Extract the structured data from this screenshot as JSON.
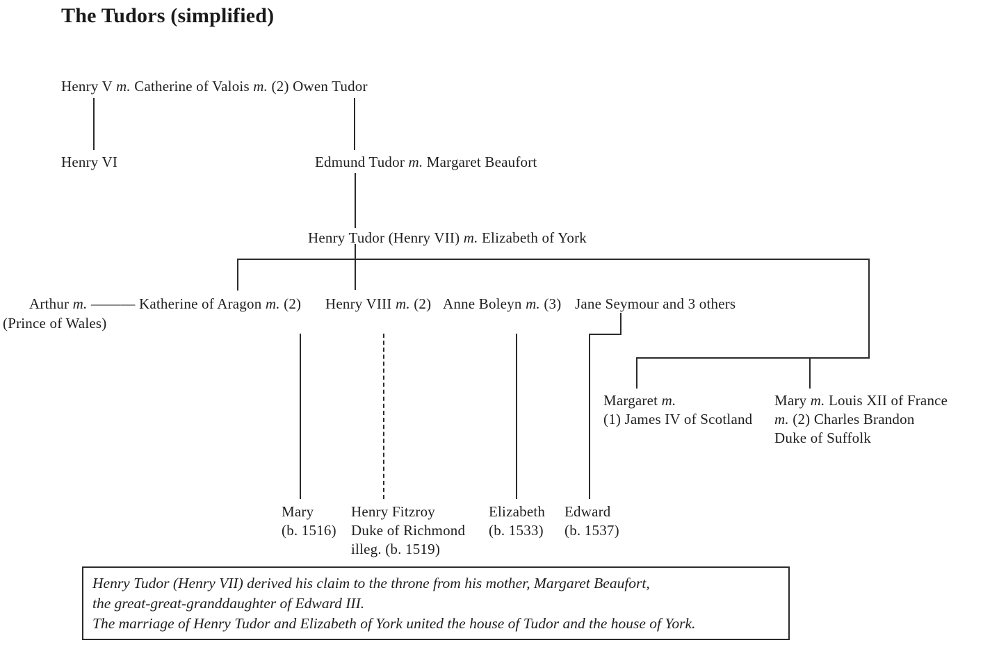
{
  "title": "The Tudors (simplified)",
  "colors": {
    "background": "#ffffff",
    "text": "#1f1f1f",
    "line": "#2b2b2b"
  },
  "nodes": {
    "gen1": [
      [
        {
          "t": "Henry V "
        },
        {
          "t": "m.",
          "i": true
        },
        {
          "t": " Catherine of Valois "
        },
        {
          "t": "m.",
          "i": true
        },
        {
          "t": " (2) Owen Tudor"
        }
      ]
    ],
    "henry_vi": [
      [
        {
          "t": "Henry VI"
        }
      ]
    ],
    "edmund": [
      [
        {
          "t": "Edmund Tudor "
        },
        {
          "t": "m.",
          "i": true
        },
        {
          "t": " Margaret Beaufort"
        }
      ]
    ],
    "henry_vii": [
      [
        {
          "t": "Henry Tudor (Henry VII) "
        },
        {
          "t": "m.",
          "i": true
        },
        {
          "t": " Elizabeth of York"
        }
      ]
    ],
    "arthur": [
      [
        {
          "t": "Arthur "
        },
        {
          "t": "m.",
          "i": true
        },
        {
          "t": " ———"
        }
      ]
    ],
    "prince_of_wales": [
      [
        {
          "t": "(Prince of Wales)"
        }
      ]
    ],
    "katherine": [
      [
        {
          "t": "Katherine of Aragon "
        },
        {
          "t": "m.",
          "i": true
        },
        {
          "t": " (2)"
        }
      ]
    ],
    "henry_viii": [
      [
        {
          "t": "Henry VIII "
        },
        {
          "t": "m.",
          "i": true
        },
        {
          "t": " (2)"
        }
      ]
    ],
    "anne_boleyn": [
      [
        {
          "t": "Anne Boleyn "
        },
        {
          "t": "m.",
          "i": true
        },
        {
          "t": " (3)"
        }
      ]
    ],
    "jane_seymour": [
      [
        {
          "t": "Jane Seymour and 3 others"
        }
      ]
    ],
    "margaret": [
      [
        {
          "t": "Margaret "
        },
        {
          "t": "m.",
          "i": true
        }
      ],
      [
        {
          "t": "(1) James IV of Scotland"
        }
      ]
    ],
    "mary_tudor": [
      [
        {
          "t": "Mary "
        },
        {
          "t": "m.",
          "i": true
        },
        {
          "t": " Louis XII of France"
        }
      ],
      [
        {
          "t": "m.",
          "i": true
        },
        {
          "t": " (2) Charles Brandon"
        }
      ],
      [
        {
          "t": "Duke of Suffolk"
        }
      ]
    ],
    "mary": [
      [
        {
          "t": "Mary"
        }
      ],
      [
        {
          "t": "(b. 1516)"
        }
      ]
    ],
    "henry_fitzroy": [
      [
        {
          "t": "Henry Fitzroy"
        }
      ],
      [
        {
          "t": "Duke of Richmond"
        }
      ],
      [
        {
          "t": "illeg. (b. 1519)"
        }
      ]
    ],
    "elizabeth": [
      [
        {
          "t": "Elizabeth"
        }
      ],
      [
        {
          "t": "(b. 1533)"
        }
      ]
    ],
    "edward": [
      [
        {
          "t": "Edward"
        }
      ],
      [
        {
          "t": "(b. 1537)"
        }
      ]
    ]
  },
  "note": [
    [
      {
        "t": "Henry Tudor (Henry VII) derived his claim to the throne from his mother, Margaret Beaufort,"
      }
    ],
    [
      {
        "t": "the great-great-granddaughter of Edward III."
      }
    ],
    [
      {
        "t": "The marriage of Henry Tudor and Elizabeth of York united the house of Tudor and the house of York."
      }
    ]
  ]
}
